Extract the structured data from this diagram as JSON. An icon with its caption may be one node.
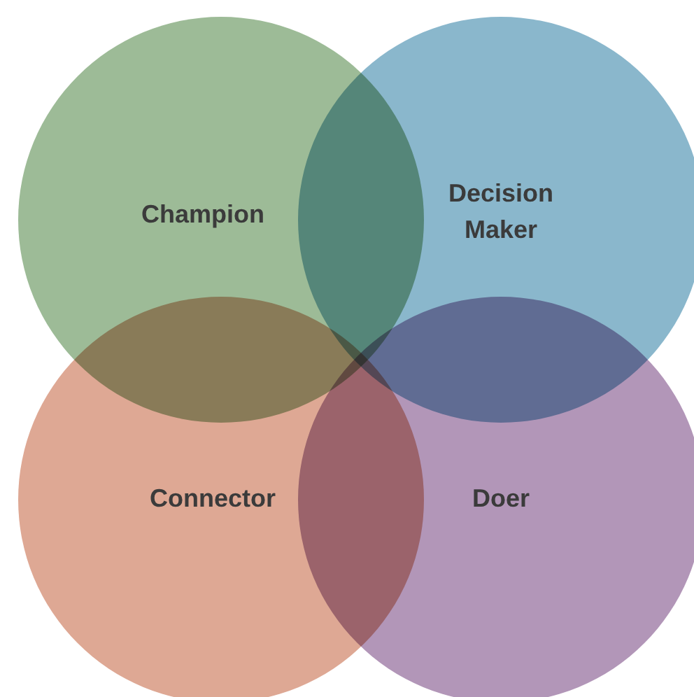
{
  "diagram": {
    "nodes": [
      {
        "text": [
          "Champion"
        ]
      },
      {
        "text": [
          "Decision Maker"
        ]
      },
      {
        "text": [
          "Connector"
        ]
      },
      {
        "text": [
          "Doer"
        ]
      }
    ]
  }
}
